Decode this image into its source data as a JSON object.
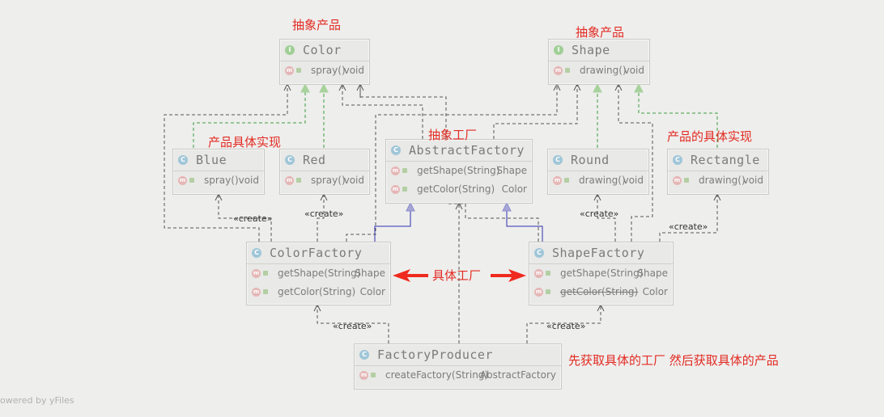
{
  "classes": {
    "color": {
      "name": "Color",
      "badge": "I",
      "methods": [
        {
          "name": "spray()",
          "ret": "void"
        }
      ]
    },
    "shape": {
      "name": "Shape",
      "badge": "I",
      "methods": [
        {
          "name": "drawing()",
          "ret": "void"
        }
      ]
    },
    "blue": {
      "name": "Blue",
      "badge": "C",
      "methods": [
        {
          "name": "spray()",
          "ret": "void"
        }
      ]
    },
    "red": {
      "name": "Red",
      "badge": "C",
      "methods": [
        {
          "name": "spray()",
          "ret": "void"
        }
      ]
    },
    "abstract_factory": {
      "name": "AbstractFactory",
      "badge": "C",
      "methods": [
        {
          "name": "getShape(String)",
          "ret": "Shape"
        },
        {
          "name": "getColor(String)",
          "ret": "Color"
        }
      ]
    },
    "round": {
      "name": "Round",
      "badge": "C",
      "methods": [
        {
          "name": "drawing()",
          "ret": "void"
        }
      ]
    },
    "rectangle": {
      "name": "Rectangle",
      "badge": "C",
      "methods": [
        {
          "name": "drawing()",
          "ret": "void"
        }
      ]
    },
    "color_factory": {
      "name": "ColorFactory",
      "badge": "C",
      "methods": [
        {
          "name": "getShape(String)",
          "ret": "Shape"
        },
        {
          "name": "getColor(String)",
          "ret": "Color"
        }
      ]
    },
    "shape_factory": {
      "name": "ShapeFactory",
      "badge": "C",
      "methods": [
        {
          "name": "getShape(String)",
          "ret": "Shape"
        },
        {
          "name": "getColor(String)",
          "ret": "Color"
        }
      ]
    },
    "factory_producer": {
      "name": "FactoryProducer",
      "badge": "C",
      "methods": [
        {
          "name": "createFactory(String)",
          "ret": "AbstractFactory"
        }
      ]
    }
  },
  "method_icon": "m",
  "notes": {
    "abstract_product_left": "抽象产品",
    "abstract_product_right": "抽象产品",
    "product_impl": "产品具体实现",
    "abstract_factory": "抽象工厂",
    "product_concrete_impl": "产品的具体实现",
    "concrete_factory": "具体工厂",
    "explanation": "先获取具体的工厂  然后获取具体的产品"
  },
  "stereotype": "«create»",
  "watermark": "owered by yFiles",
  "colors": {
    "dependency": "#555555",
    "realization_interface": "#3d9e3d",
    "realization_arrowhead": "#a8d29c",
    "generalization": "#2f2fb0",
    "generalization_arrowhead": "#a7a7d6",
    "note": "#e32b22"
  }
}
